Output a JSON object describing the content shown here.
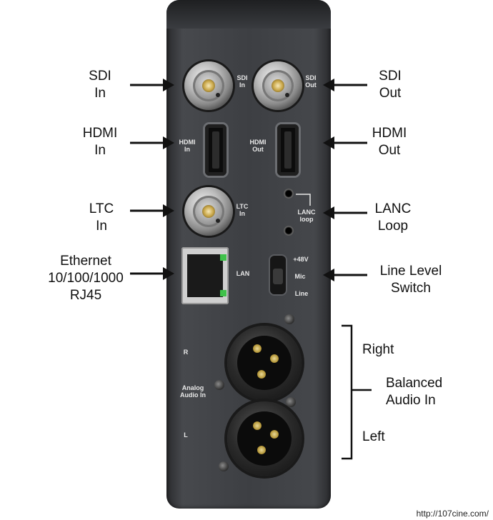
{
  "external_labels": {
    "sdi_in": [
      "SDI",
      "In"
    ],
    "sdi_out": [
      "SDI",
      "Out"
    ],
    "hdmi_in": [
      "HDMI",
      "In"
    ],
    "hdmi_out": [
      "HDMI",
      "Out"
    ],
    "ltc_in": [
      "LTC",
      "In"
    ],
    "lanc_loop": [
      "LANC",
      "Loop"
    ],
    "ethernet": [
      "Ethernet",
      "10/100/1000",
      "RJ45"
    ],
    "line_level_switch": [
      "Line Level",
      "Switch"
    ],
    "right": "Right",
    "balanced_audio_in": [
      "Balanced",
      "Audio In"
    ],
    "left": "Left"
  },
  "panel_labels": {
    "sdi_in": [
      "SDI",
      "In"
    ],
    "sdi_out": [
      "SDI",
      "Out"
    ],
    "hdmi_in": [
      "HDMI",
      "In"
    ],
    "hdmi_out": [
      "HDMI",
      "Out"
    ],
    "ltc_in": [
      "LTC",
      "In"
    ],
    "lanc_loop": [
      "LANC",
      "loop"
    ],
    "lan": "LAN",
    "switch_48v": "+48V",
    "switch_mic": "Mic",
    "switch_line": "Line",
    "r": "R",
    "analog_audio_in": [
      "Analog",
      "Audio In"
    ],
    "l": "L"
  },
  "watermark": "http://107cine.com/",
  "colors": {
    "device_body": "#3d3f43",
    "label_text": "#111111",
    "bnc_center": "#caa84a",
    "rj45_led": "#3fc24a"
  }
}
